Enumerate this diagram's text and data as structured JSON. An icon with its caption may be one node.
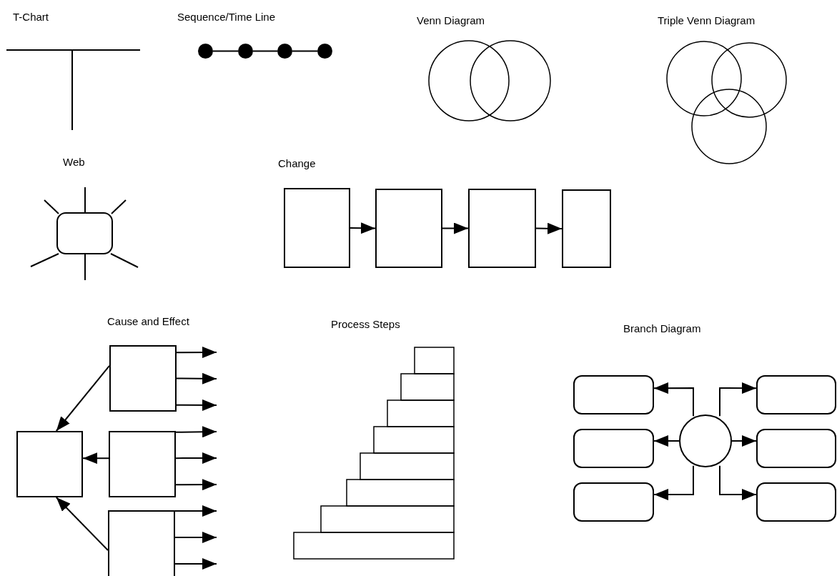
{
  "diagram": {
    "nodes": [
      {
        "text": [],
        "shape": "circle"
      },
      {
        "text": [],
        "shape": "circle"
      },
      {
        "text": [],
        "shape": "circle"
      },
      {
        "text": [],
        "shape": "circle"
      },
      {
        "text": [],
        "shape": "box"
      },
      {
        "text": [],
        "shape": "box"
      },
      {
        "text": [],
        "shape": "box"
      },
      {
        "text": [],
        "shape": "box"
      },
      {
        "text": [],
        "shape": "box"
      },
      {
        "text": [],
        "shape": "box"
      },
      {
        "text": [],
        "shape": "box"
      },
      {
        "text": [],
        "shape": "box"
      },
      {
        "text": [],
        "shape": "box"
      },
      {
        "text": [],
        "shape": "box"
      },
      {
        "text": [],
        "shape": "box"
      },
      {
        "text": [],
        "shape": "circle"
      },
      {
        "text": [],
        "shape": "box"
      },
      {
        "text": [],
        "shape": "box"
      },
      {
        "text": [],
        "shape": "box"
      }
    ],
    "edges": [
      {
        "from": 0,
        "to": 1,
        "arrow": "none"
      },
      {
        "from": 1,
        "to": 2,
        "arrow": "none"
      },
      {
        "from": 2,
        "to": 3,
        "arrow": "none"
      },
      {
        "from": 4,
        "to": 5,
        "arrow": "to"
      },
      {
        "from": 5,
        "to": 6,
        "arrow": "to"
      },
      {
        "from": 6,
        "to": 7,
        "arrow": "to"
      },
      {
        "from": 8,
        "to": 9,
        "arrow": "to"
      },
      {
        "from": 10,
        "to": 9,
        "arrow": "to"
      },
      {
        "from": 11,
        "to": 9,
        "arrow": "to"
      },
      {
        "from": 8,
        "to": null,
        "arrow": "to"
      },
      {
        "from": 8,
        "to": null,
        "arrow": "to"
      },
      {
        "from": 8,
        "to": null,
        "arrow": "to"
      },
      {
        "from": 10,
        "to": null,
        "arrow": "to"
      },
      {
        "from": 10,
        "to": null,
        "arrow": "to"
      },
      {
        "from": 10,
        "to": null,
        "arrow": "to"
      },
      {
        "from": 11,
        "to": null,
        "arrow": "to"
      },
      {
        "from": 11,
        "to": null,
        "arrow": "to"
      },
      {
        "from": 11,
        "to": null,
        "arrow": "to"
      },
      {
        "from": 15,
        "to": 12,
        "arrow": "to"
      },
      {
        "from": 15,
        "to": 13,
        "arrow": "to"
      },
      {
        "from": 15,
        "to": 14,
        "arrow": "to"
      },
      {
        "from": 15,
        "to": 16,
        "arrow": "to"
      },
      {
        "from": 15,
        "to": 17,
        "arrow": "to"
      },
      {
        "from": 15,
        "to": 18,
        "arrow": "to"
      }
    ],
    "labels": [
      "T-Chart",
      "Sequence/Time Line",
      "Venn Diagram",
      "Triple Venn Diagram",
      "Web",
      "Change",
      "Cause and Effect",
      "Process Steps",
      "Branch Diagram"
    ]
  }
}
